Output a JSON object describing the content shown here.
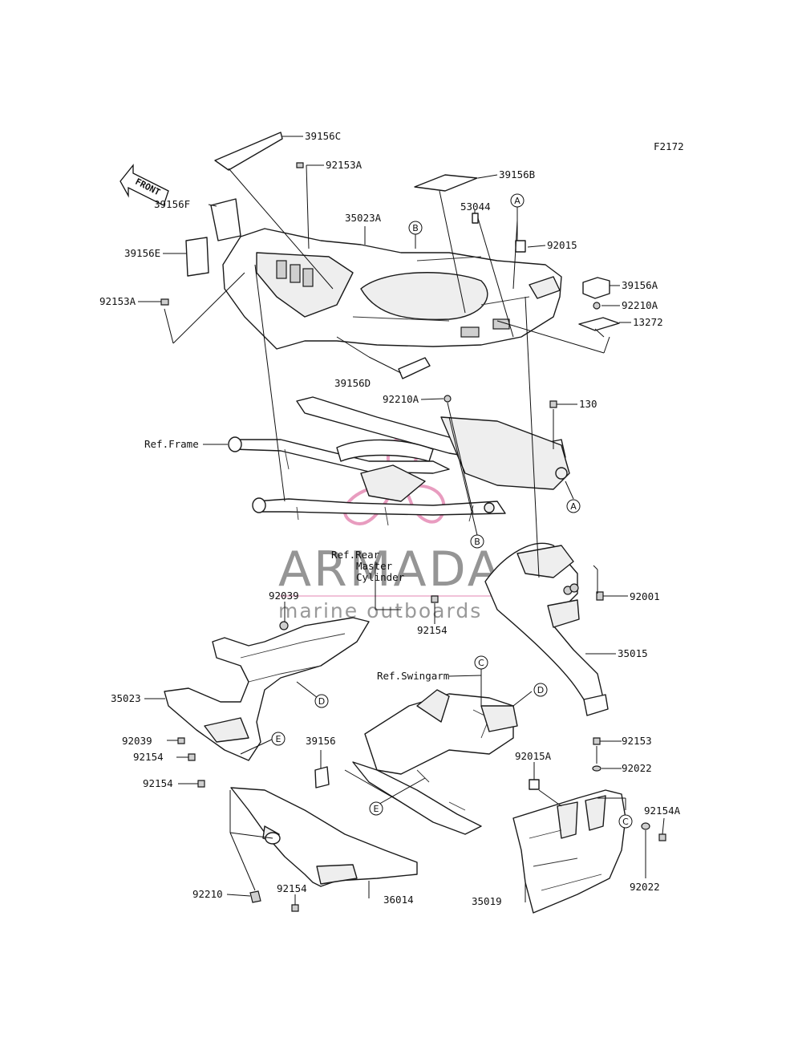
{
  "diagram_code": "F2172",
  "front_label": "FRONT",
  "watermark": {
    "brand": "ARMADA",
    "tagline": "marine outboards",
    "logo": "propeller-logo",
    "color": "#e58bb5"
  },
  "part_labels": {
    "p39156C": "39156C",
    "p92153A_top": "92153A",
    "p39156B": "39156B",
    "p53044": "53044",
    "p35023A": "35023A",
    "p92015": "92015",
    "p39156F": "39156F",
    "p39156E": "39156E",
    "p39156A": "39156A",
    "p92210A_right": "92210A",
    "p92153A_left": "92153A",
    "p13272": "13272",
    "p39156D": "39156D",
    "p92210A_mid": "92210A",
    "p130": "130",
    "ref_frame": "Ref.Frame",
    "ref_rear_1": "Ref.Rear",
    "ref_rear_2": "Master",
    "ref_rear_3": "Cylinder",
    "p92039_top": "92039",
    "p92154_mid": "92154",
    "p92001": "92001",
    "p35015": "35015",
    "ref_swingarm": "Ref.Swingarm",
    "p35023": "35023",
    "p92039_bot": "92039",
    "p92154_a": "92154",
    "p39156": "39156",
    "p92154_b": "92154",
    "p92153": "92153",
    "p92015A": "92015A",
    "p92022_top": "92022",
    "p92154A": "92154A",
    "p92210": "92210",
    "p92154_c": "92154",
    "p36014": "36014",
    "p35019": "35019",
    "p92022_bot": "92022"
  },
  "callouts": {
    "A": "A",
    "B": "B",
    "C": "C",
    "D": "D",
    "E": "E"
  }
}
